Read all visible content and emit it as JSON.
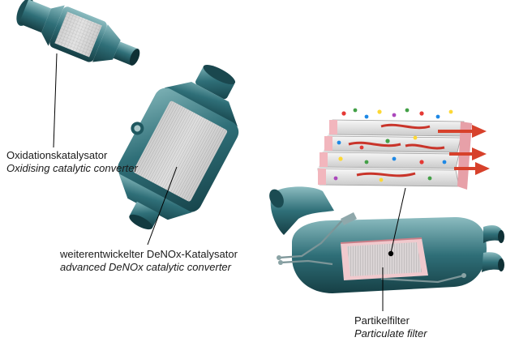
{
  "labels": {
    "oxidising_catalyst": {
      "de": "Oxidationskatalysator",
      "en": "Oxidising catalytic converter"
    },
    "denox_catalyst": {
      "de": "weiterentwickelter DeNOx-Katalysator",
      "en": "advanced DeNOx catalytic converter"
    },
    "particulate_filter": {
      "de": "Partikelfilter",
      "en": "Particulate filter"
    }
  },
  "colors": {
    "housing": "#2f6f78",
    "housing_dark": "#1d4e55",
    "housing_light": "#6fa6ab",
    "substrate": "#d9d9d9",
    "filter_channel": "#f2c3c8",
    "flow_arrow": "#d7412b"
  }
}
